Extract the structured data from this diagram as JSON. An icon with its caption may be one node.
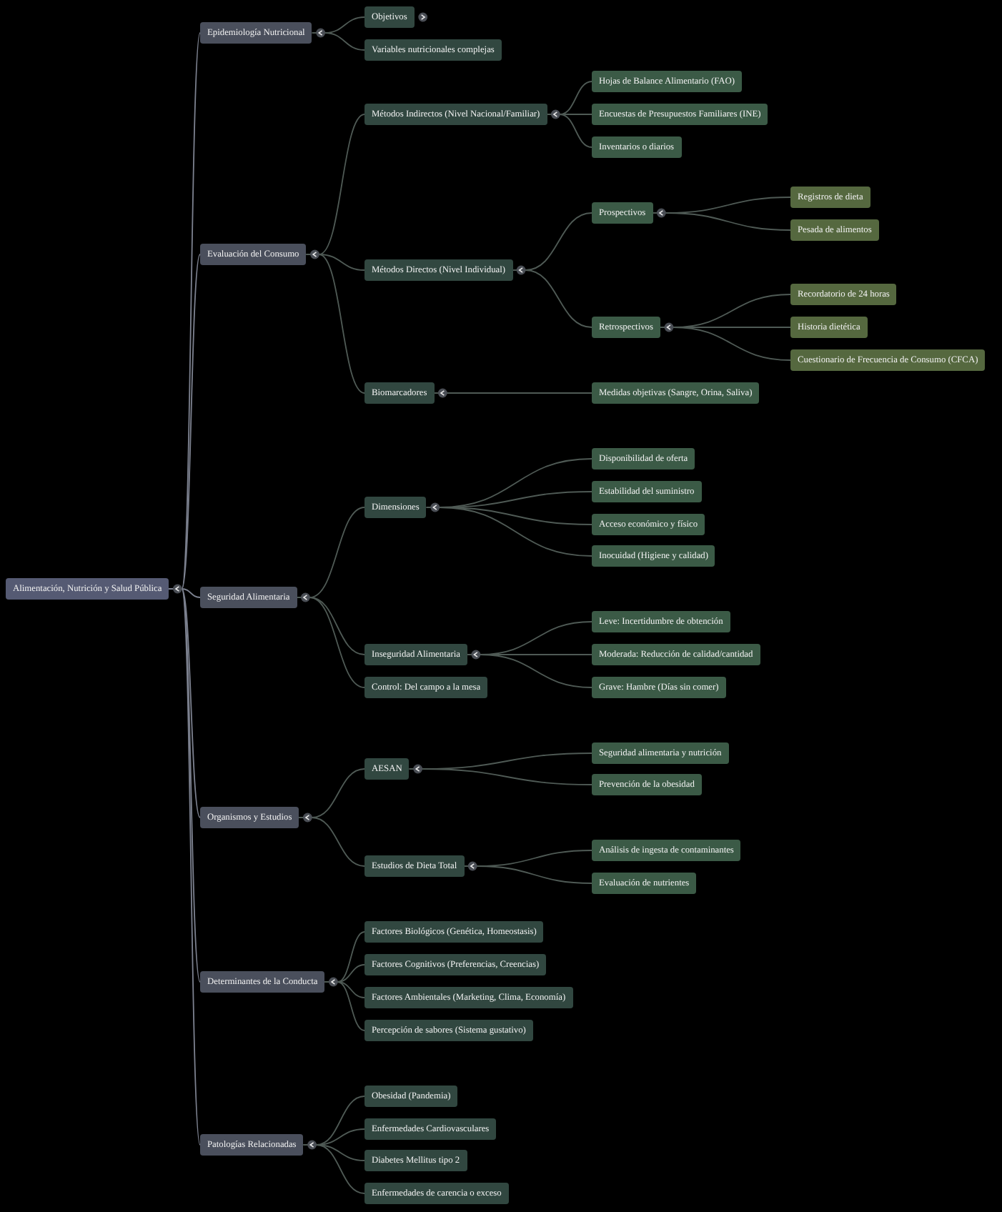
{
  "diagram": {
    "nodes": [
      {
        "text": [
          "Alimentación, Nutrición y Salud Pública"
        ]
      },
      {
        "text": [
          "Epidemiología Nutricional"
        ]
      },
      {
        "text": [
          "Objetivos"
        ]
      },
      {
        "text": [
          "Variables nutricionales complejas"
        ]
      },
      {
        "text": [
          "Evaluación del Consumo"
        ]
      },
      {
        "text": [
          "Métodos Indirectos (Nivel Nacional/Familiar)"
        ]
      },
      {
        "text": [
          "Hojas de Balance Alimentario (FAO)"
        ]
      },
      {
        "text": [
          "Encuestas de Presupuestos Familiares (INE)"
        ]
      },
      {
        "text": [
          "Inventarios o diarios"
        ]
      },
      {
        "text": [
          "Métodos Directos (Nivel Individual)"
        ]
      },
      {
        "text": [
          "Prospectivos"
        ]
      },
      {
        "text": [
          "Registros de dieta"
        ]
      },
      {
        "text": [
          "Pesada de alimentos"
        ]
      },
      {
        "text": [
          "Retrospectivos"
        ]
      },
      {
        "text": [
          "Recordatorio de 24 horas"
        ]
      },
      {
        "text": [
          "Historia dietética"
        ]
      },
      {
        "text": [
          "Cuestionario de Frecuencia de Consumo (CFCA)"
        ]
      },
      {
        "text": [
          "Biomarcadores"
        ]
      },
      {
        "text": [
          "Medidas objetivas (Sangre, Orina, Saliva)"
        ]
      },
      {
        "text": [
          "Seguridad Alimentaria"
        ]
      },
      {
        "text": [
          "Dimensiones"
        ]
      },
      {
        "text": [
          "Disponibilidad de oferta"
        ]
      },
      {
        "text": [
          "Estabilidad del suministro"
        ]
      },
      {
        "text": [
          "Acceso económico y físico"
        ]
      },
      {
        "text": [
          "Inocuidad (Higiene y calidad)"
        ]
      },
      {
        "text": [
          "Inseguridad Alimentaria"
        ]
      },
      {
        "text": [
          "Leve: Incertidumbre de obtención"
        ]
      },
      {
        "text": [
          "Moderada: Reducción de calidad/cantidad"
        ]
      },
      {
        "text": [
          "Grave: Hambre (Días sin comer)"
        ]
      },
      {
        "text": [
          "Control: Del campo a la mesa"
        ]
      },
      {
        "text": [
          "Organismos y Estudios"
        ]
      },
      {
        "text": [
          "AESAN"
        ]
      },
      {
        "text": [
          "Seguridad alimentaria y nutrición"
        ]
      },
      {
        "text": [
          "Prevención de la obesidad"
        ]
      },
      {
        "text": [
          "Estudios de Dieta Total"
        ]
      },
      {
        "text": [
          "Análisis de ingesta de contaminantes"
        ]
      },
      {
        "text": [
          "Evaluación de nutrientes"
        ]
      },
      {
        "text": [
          "Determinantes de la Conducta"
        ]
      },
      {
        "text": [
          "Factores Biológicos (Genética, Homeostasis)"
        ]
      },
      {
        "text": [
          "Factores Cognitivos (Preferencias, Creencias)"
        ]
      },
      {
        "text": [
          "Factores Ambientales (Marketing, Clima, Economía)"
        ]
      },
      {
        "text": [
          "Percepción de sabores (Sistema gustativo)"
        ]
      },
      {
        "text": [
          "Patologías Relacionadas"
        ]
      },
      {
        "text": [
          "Obesidad (Pandemia)"
        ]
      },
      {
        "text": [
          "Enfermedades Cardiovasculares"
        ]
      },
      {
        "text": [
          "Diabetes Mellitus tipo 2"
        ]
      },
      {
        "text": [
          "Enfermedades de carencia o exceso"
        ]
      }
    ],
    "edges": [
      {
        "from": 0,
        "to": 1,
        "arrow": "none"
      },
      {
        "from": 1,
        "to": 2,
        "arrow": "none"
      },
      {
        "from": 1,
        "to": 3,
        "arrow": "none"
      },
      {
        "from": 0,
        "to": 4,
        "arrow": "none"
      },
      {
        "from": 4,
        "to": 5,
        "arrow": "none"
      },
      {
        "from": 5,
        "to": 6,
        "arrow": "none"
      },
      {
        "from": 5,
        "to": 7,
        "arrow": "none"
      },
      {
        "from": 5,
        "to": 8,
        "arrow": "none"
      },
      {
        "from": 4,
        "to": 9,
        "arrow": "none"
      },
      {
        "from": 9,
        "to": 10,
        "arrow": "none"
      },
      {
        "from": 10,
        "to": 11,
        "arrow": "none"
      },
      {
        "from": 10,
        "to": 12,
        "arrow": "none"
      },
      {
        "from": 9,
        "to": 13,
        "arrow": "none"
      },
      {
        "from": 13,
        "to": 14,
        "arrow": "none"
      },
      {
        "from": 13,
        "to": 15,
        "arrow": "none"
      },
      {
        "from": 13,
        "to": 16,
        "arrow": "none"
      },
      {
        "from": 4,
        "to": 17,
        "arrow": "none"
      },
      {
        "from": 17,
        "to": 18,
        "arrow": "none"
      },
      {
        "from": 0,
        "to": 19,
        "arrow": "none"
      },
      {
        "from": 19,
        "to": 20,
        "arrow": "none"
      },
      {
        "from": 20,
        "to": 21,
        "arrow": "none"
      },
      {
        "from": 20,
        "to": 22,
        "arrow": "none"
      },
      {
        "from": 20,
        "to": 23,
        "arrow": "none"
      },
      {
        "from": 20,
        "to": 24,
        "arrow": "none"
      },
      {
        "from": 19,
        "to": 25,
        "arrow": "none"
      },
      {
        "from": 25,
        "to": 26,
        "arrow": "none"
      },
      {
        "from": 25,
        "to": 27,
        "arrow": "none"
      },
      {
        "from": 25,
        "to": 28,
        "arrow": "none"
      },
      {
        "from": 19,
        "to": 29,
        "arrow": "none"
      },
      {
        "from": 0,
        "to": 30,
        "arrow": "none"
      },
      {
        "from": 30,
        "to": 31,
        "arrow": "none"
      },
      {
        "from": 31,
        "to": 32,
        "arrow": "none"
      },
      {
        "from": 31,
        "to": 33,
        "arrow": "none"
      },
      {
        "from": 30,
        "to": 34,
        "arrow": "none"
      },
      {
        "from": 34,
        "to": 35,
        "arrow": "none"
      },
      {
        "from": 34,
        "to": 36,
        "arrow": "none"
      },
      {
        "from": 0,
        "to": 37,
        "arrow": "none"
      },
      {
        "from": 37,
        "to": 38,
        "arrow": "none"
      },
      {
        "from": 37,
        "to": 39,
        "arrow": "none"
      },
      {
        "from": 37,
        "to": 40,
        "arrow": "none"
      },
      {
        "from": 37,
        "to": 41,
        "arrow": "none"
      },
      {
        "from": 0,
        "to": 42,
        "arrow": "none"
      },
      {
        "from": 42,
        "to": 43,
        "arrow": "none"
      },
      {
        "from": 42,
        "to": 44,
        "arrow": "none"
      },
      {
        "from": 42,
        "to": 45,
        "arrow": "none"
      },
      {
        "from": 42,
        "to": 46,
        "arrow": "none"
      }
    ]
  }
}
